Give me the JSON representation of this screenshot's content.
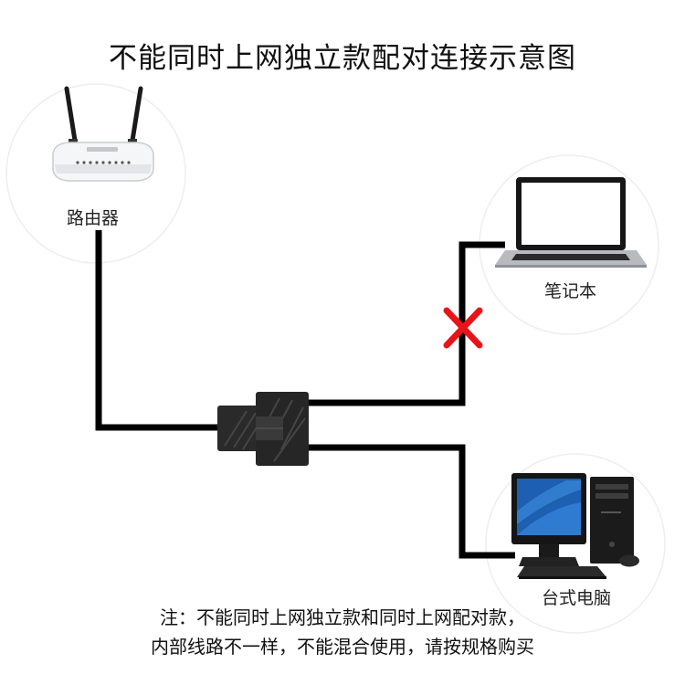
{
  "title": "不能同时上网独立款配对连接示意图",
  "devices": {
    "router": {
      "label": "路由器",
      "icon": "router-icon"
    },
    "laptop": {
      "label": "笔记本",
      "icon": "laptop-icon"
    },
    "desktop": {
      "label": "台式电脑",
      "icon": "desktop-icon"
    },
    "splitter": {
      "icon": "splitter-icon"
    }
  },
  "status": {
    "blocked_mark": "x-mark-icon",
    "blocked_color": "#e8141a"
  },
  "note": {
    "line1": "注：不能同时上网独立款和同时上网配对款，",
    "line2": "内部线路不一样，不能混合使用，请按规格购买"
  },
  "colors": {
    "cable": "#000000",
    "circle": "#eeeeee",
    "text": "#111111"
  }
}
